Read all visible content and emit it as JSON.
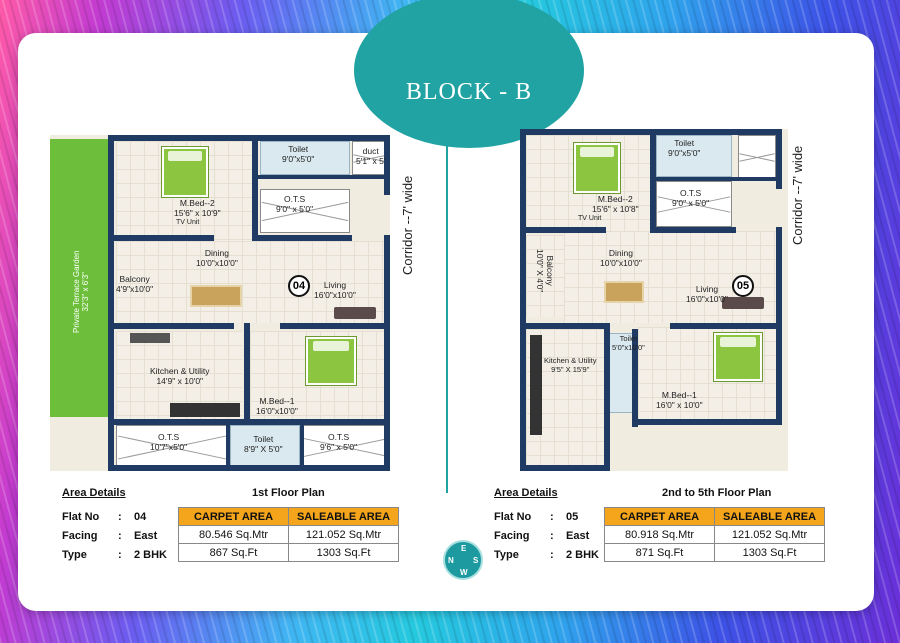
{
  "header": {
    "title": "BLOCK - B"
  },
  "compass": {
    "n": "N",
    "e": "E",
    "s": "S",
    "w": "W"
  },
  "left": {
    "corridor": "Corridor --7' wide",
    "garden": {
      "name": "Private Terrace Garden",
      "size": "32'3\" x 6'3\""
    },
    "flat_badge": "04",
    "rooms": {
      "toilet": {
        "name": "Toilet",
        "size": "9'0\"x5'0\""
      },
      "duct": {
        "name": "duct",
        "size": "5'1\" x 5'"
      },
      "ots_top": {
        "name": "O.T.S",
        "size": "9'0\" x 5'0\""
      },
      "mbed2": {
        "name": "M.Bed--2",
        "size": "15'6\" x 10'9\""
      },
      "tv_unit": "TV Unit",
      "dining": {
        "name": "Dining",
        "size": "10'0\"x10'0\""
      },
      "living": {
        "name": "Living",
        "size": "16'0\"x10'0\""
      },
      "balcony": {
        "name": "Balcony",
        "size": "4'9\"x10'0\""
      },
      "kitchen": {
        "name": "Kitchen & Utility",
        "size": "14'9\" x 10'0\""
      },
      "mbed1": {
        "name": "M.Bed--1",
        "size": "16'0\"x10'0\""
      },
      "ots_bl": {
        "name": "O.T.S",
        "size": "10'7\"x5'0\""
      },
      "toilet2": {
        "name": "Toilet",
        "size": "8'9\" X 5'0\""
      },
      "ots_br": {
        "name": "O.T.S",
        "size": "9'6\" x 5'0\""
      }
    },
    "area_details": {
      "title": "Area Details",
      "plan_title": "1st Floor Plan",
      "flat_no_label": "Flat No",
      "flat_no": "04",
      "facing_label": "Facing",
      "facing": "East",
      "type_label": "Type",
      "type": "2 BHK",
      "carpet_header": "CARPET AREA",
      "saleable_header": "SALEABLE AREA",
      "carpet_mtr": "80.546 Sq.Mtr",
      "saleable_mtr": "121.052 Sq.Mtr",
      "carpet_ft": "867 Sq.Ft",
      "saleable_ft": "1303 Sq.Ft"
    }
  },
  "right": {
    "corridor": "Corridor --7' wide",
    "flat_badge": "05",
    "rooms": {
      "toilet": {
        "name": "Toilet",
        "size": "9'0\"x5'0\""
      },
      "mbed2": {
        "name": "M.Bed--2",
        "size": "15'6\" x 10'8\""
      },
      "ots": {
        "name": "O.T.S",
        "size": "9'0\" x 5'0\""
      },
      "tv_unit": "TV Unit",
      "dining": {
        "name": "Dining",
        "size": "10'0\"x10'0\""
      },
      "living": {
        "name": "Living",
        "size": "16'0\"x10'0\""
      },
      "balcony": {
        "name": "Balcony",
        "size": "10'0\" X 4'0\""
      },
      "toilet2": {
        "name": "Toilet",
        "size": "5'0\"x10'0\""
      },
      "kitchen": {
        "name": "Kitchen & Utility",
        "size": "9'5\" X 15'9\""
      },
      "mbed1": {
        "name": "M.Bed--1",
        "size": "16'0\" x 10'0\""
      }
    },
    "area_details": {
      "title": "Area Details",
      "plan_title": "2nd to 5th Floor Plan",
      "flat_no_label": "Flat No",
      "flat_no": "05",
      "facing_label": "Facing",
      "facing": "East",
      "type_label": "Type",
      "type": "2 BHK",
      "carpet_header": "CARPET AREA",
      "saleable_header": "SALEABLE AREA",
      "carpet_mtr": "80.918 Sq.Mtr",
      "saleable_mtr": "121.052 Sq.Mtr",
      "carpet_ft": "871 Sq.Ft",
      "saleable_ft": "1303 Sq.Ft"
    }
  }
}
